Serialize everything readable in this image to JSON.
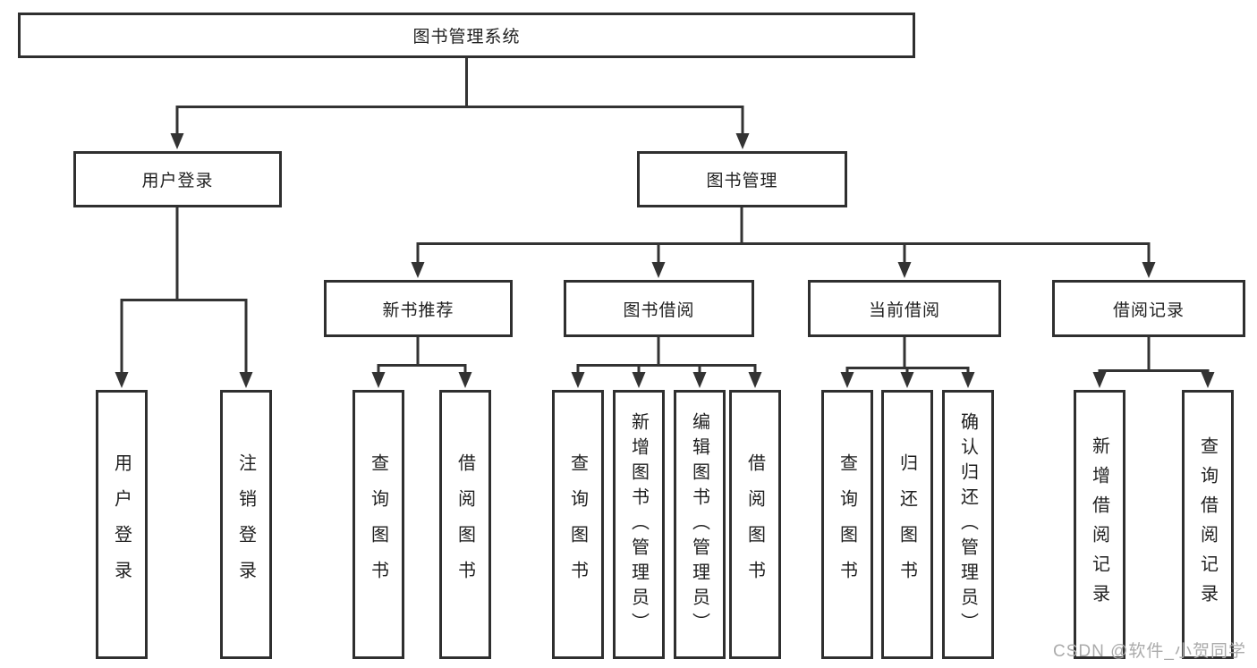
{
  "diagram": {
    "root": "图书管理系统",
    "level2": [
      "用户登录",
      "图书管理"
    ],
    "level3": [
      "新书推荐",
      "图书借阅",
      "当前借阅",
      "借阅记录"
    ],
    "leaves": [
      "用户登录",
      "注销登录",
      "查询图书",
      "借阅图书",
      "查询图书",
      "新增图书（管理员）",
      "编辑图书（管理员）",
      "借阅图书",
      "查询图书",
      "归还图书",
      "确认归还（管理员）",
      "新增借阅记录",
      "查询借阅记录"
    ],
    "watermark": "CSDN @软件_小贺同学",
    "colors": {
      "line": "#333333",
      "text": "#1f1f1f",
      "watermark": "#ababab",
      "background": "#ffffff"
    }
  }
}
